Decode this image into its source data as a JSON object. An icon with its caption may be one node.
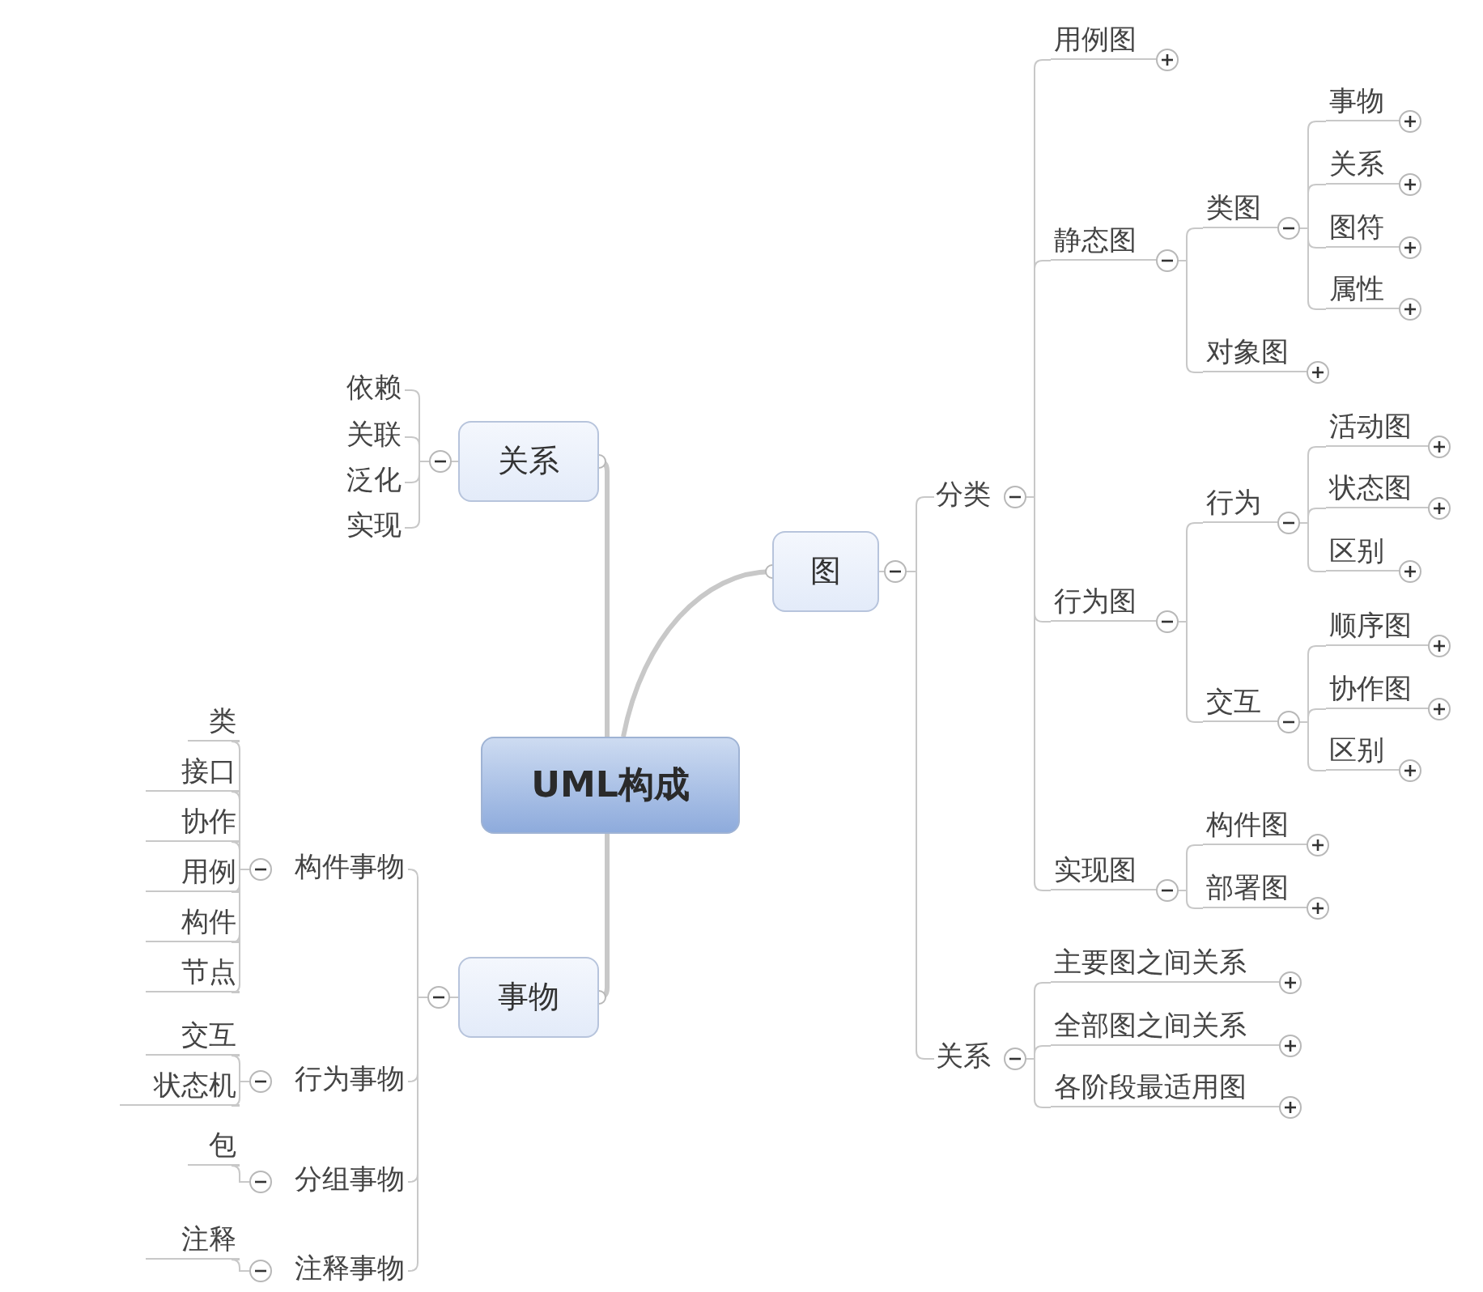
{
  "diagram": {
    "nodes": [
      {
        "text": [
          "UML构成"
        ]
      },
      {
        "text": [
          "关系"
        ]
      },
      {
        "text": [
          "事物"
        ]
      },
      {
        "text": [
          "图"
        ]
      },
      {
        "text": [
          "分类"
        ]
      },
      {
        "text": [
          "用例图"
        ]
      },
      {
        "text": [
          "静态图"
        ]
      },
      {
        "text": [
          "类图"
        ]
      },
      {
        "text": [
          "事物"
        ]
      },
      {
        "text": [
          "关系"
        ]
      },
      {
        "text": [
          "图符"
        ]
      },
      {
        "text": [
          "属性"
        ]
      },
      {
        "text": [
          "对象图"
        ]
      },
      {
        "text": [
          "行为图"
        ]
      },
      {
        "text": [
          "行为"
        ]
      },
      {
        "text": [
          "活动图"
        ]
      },
      {
        "text": [
          "状态图"
        ]
      },
      {
        "text": [
          "区别"
        ]
      },
      {
        "text": [
          "交互"
        ]
      },
      {
        "text": [
          "顺序图"
        ]
      },
      {
        "text": [
          "协作图"
        ]
      },
      {
        "text": [
          "区别"
        ]
      },
      {
        "text": [
          "实现图"
        ]
      },
      {
        "text": [
          "构件图"
        ]
      },
      {
        "text": [
          "部署图"
        ]
      },
      {
        "text": [
          "关系"
        ]
      },
      {
        "text": [
          "主要图之间关系"
        ]
      },
      {
        "text": [
          "全部图之间关系"
        ]
      },
      {
        "text": [
          "各阶段最适用图"
        ]
      },
      {
        "text": [
          "依赖"
        ]
      },
      {
        "text": [
          "关联"
        ]
      },
      {
        "text": [
          "泛化"
        ]
      },
      {
        "text": [
          "实现"
        ]
      },
      {
        "text": [
          "构件事物"
        ]
      },
      {
        "text": [
          "类"
        ]
      },
      {
        "text": [
          "接口"
        ]
      },
      {
        "text": [
          "协作"
        ]
      },
      {
        "text": [
          "用例"
        ]
      },
      {
        "text": [
          "构件"
        ]
      },
      {
        "text": [
          "节点"
        ]
      },
      {
        "text": [
          "行为事物"
        ]
      },
      {
        "text": [
          "交互"
        ]
      },
      {
        "text": [
          "状态机"
        ]
      },
      {
        "text": [
          "分组事物"
        ]
      },
      {
        "text": [
          "包"
        ]
      },
      {
        "text": [
          "注释事物"
        ]
      },
      {
        "text": [
          "注释"
        ]
      }
    ],
    "edges": [
      {
        "from": 0,
        "to": 1,
        "arrow": "other",
        "style": "thick"
      },
      {
        "from": 0,
        "to": 2,
        "arrow": "other",
        "style": "thick"
      },
      {
        "from": 0,
        "to": 3,
        "arrow": "other",
        "style": "thick"
      },
      {
        "from": 3,
        "to": 4,
        "arrow": "none"
      },
      {
        "from": 3,
        "to": 25,
        "arrow": "none"
      },
      {
        "from": 4,
        "to": 5,
        "arrow": "none"
      },
      {
        "from": 4,
        "to": 6,
        "arrow": "none"
      },
      {
        "from": 4,
        "to": 13,
        "arrow": "none"
      },
      {
        "from": 4,
        "to": 22,
        "arrow": "none"
      },
      {
        "from": 6,
        "to": 7,
        "arrow": "none"
      },
      {
        "from": 6,
        "to": 12,
        "arrow": "none"
      },
      {
        "from": 7,
        "to": 8,
        "arrow": "none"
      },
      {
        "from": 7,
        "to": 9,
        "arrow": "none"
      },
      {
        "from": 7,
        "to": 10,
        "arrow": "none"
      },
      {
        "from": 7,
        "to": 11,
        "arrow": "none"
      },
      {
        "from": 13,
        "to": 14,
        "arrow": "none"
      },
      {
        "from": 13,
        "to": 18,
        "arrow": "none"
      },
      {
        "from": 14,
        "to": 15,
        "arrow": "none"
      },
      {
        "from": 14,
        "to": 16,
        "arrow": "none"
      },
      {
        "from": 14,
        "to": 17,
        "arrow": "none"
      },
      {
        "from": 18,
        "to": 19,
        "arrow": "none"
      },
      {
        "from": 18,
        "to": 20,
        "arrow": "none"
      },
      {
        "from": 18,
        "to": 21,
        "arrow": "none"
      },
      {
        "from": 22,
        "to": 23,
        "arrow": "none"
      },
      {
        "from": 22,
        "to": 24,
        "arrow": "none"
      },
      {
        "from": 25,
        "to": 26,
        "arrow": "none"
      },
      {
        "from": 25,
        "to": 27,
        "arrow": "none"
      },
      {
        "from": 25,
        "to": 28,
        "arrow": "none"
      },
      {
        "from": 1,
        "to": 29,
        "arrow": "none"
      },
      {
        "from": 1,
        "to": 30,
        "arrow": "none"
      },
      {
        "from": 1,
        "to": 31,
        "arrow": "none"
      },
      {
        "from": 1,
        "to": 32,
        "arrow": "none"
      },
      {
        "from": 2,
        "to": 33,
        "arrow": "none"
      },
      {
        "from": 2,
        "to": 40,
        "arrow": "none"
      },
      {
        "from": 2,
        "to": 43,
        "arrow": "none"
      },
      {
        "from": 2,
        "to": 45,
        "arrow": "none"
      },
      {
        "from": 33,
        "to": 34,
        "arrow": "none"
      },
      {
        "from": 33,
        "to": 35,
        "arrow": "none"
      },
      {
        "from": 33,
        "to": 36,
        "arrow": "none"
      },
      {
        "from": 33,
        "to": 37,
        "arrow": "none"
      },
      {
        "from": 33,
        "to": 38,
        "arrow": "none"
      },
      {
        "from": 33,
        "to": 39,
        "arrow": "none"
      },
      {
        "from": 40,
        "to": 41,
        "arrow": "none"
      },
      {
        "from": 40,
        "to": 42,
        "arrow": "none"
      },
      {
        "from": 43,
        "to": 44,
        "arrow": "none"
      },
      {
        "from": 45,
        "to": 46,
        "arrow": "none"
      }
    ]
  }
}
